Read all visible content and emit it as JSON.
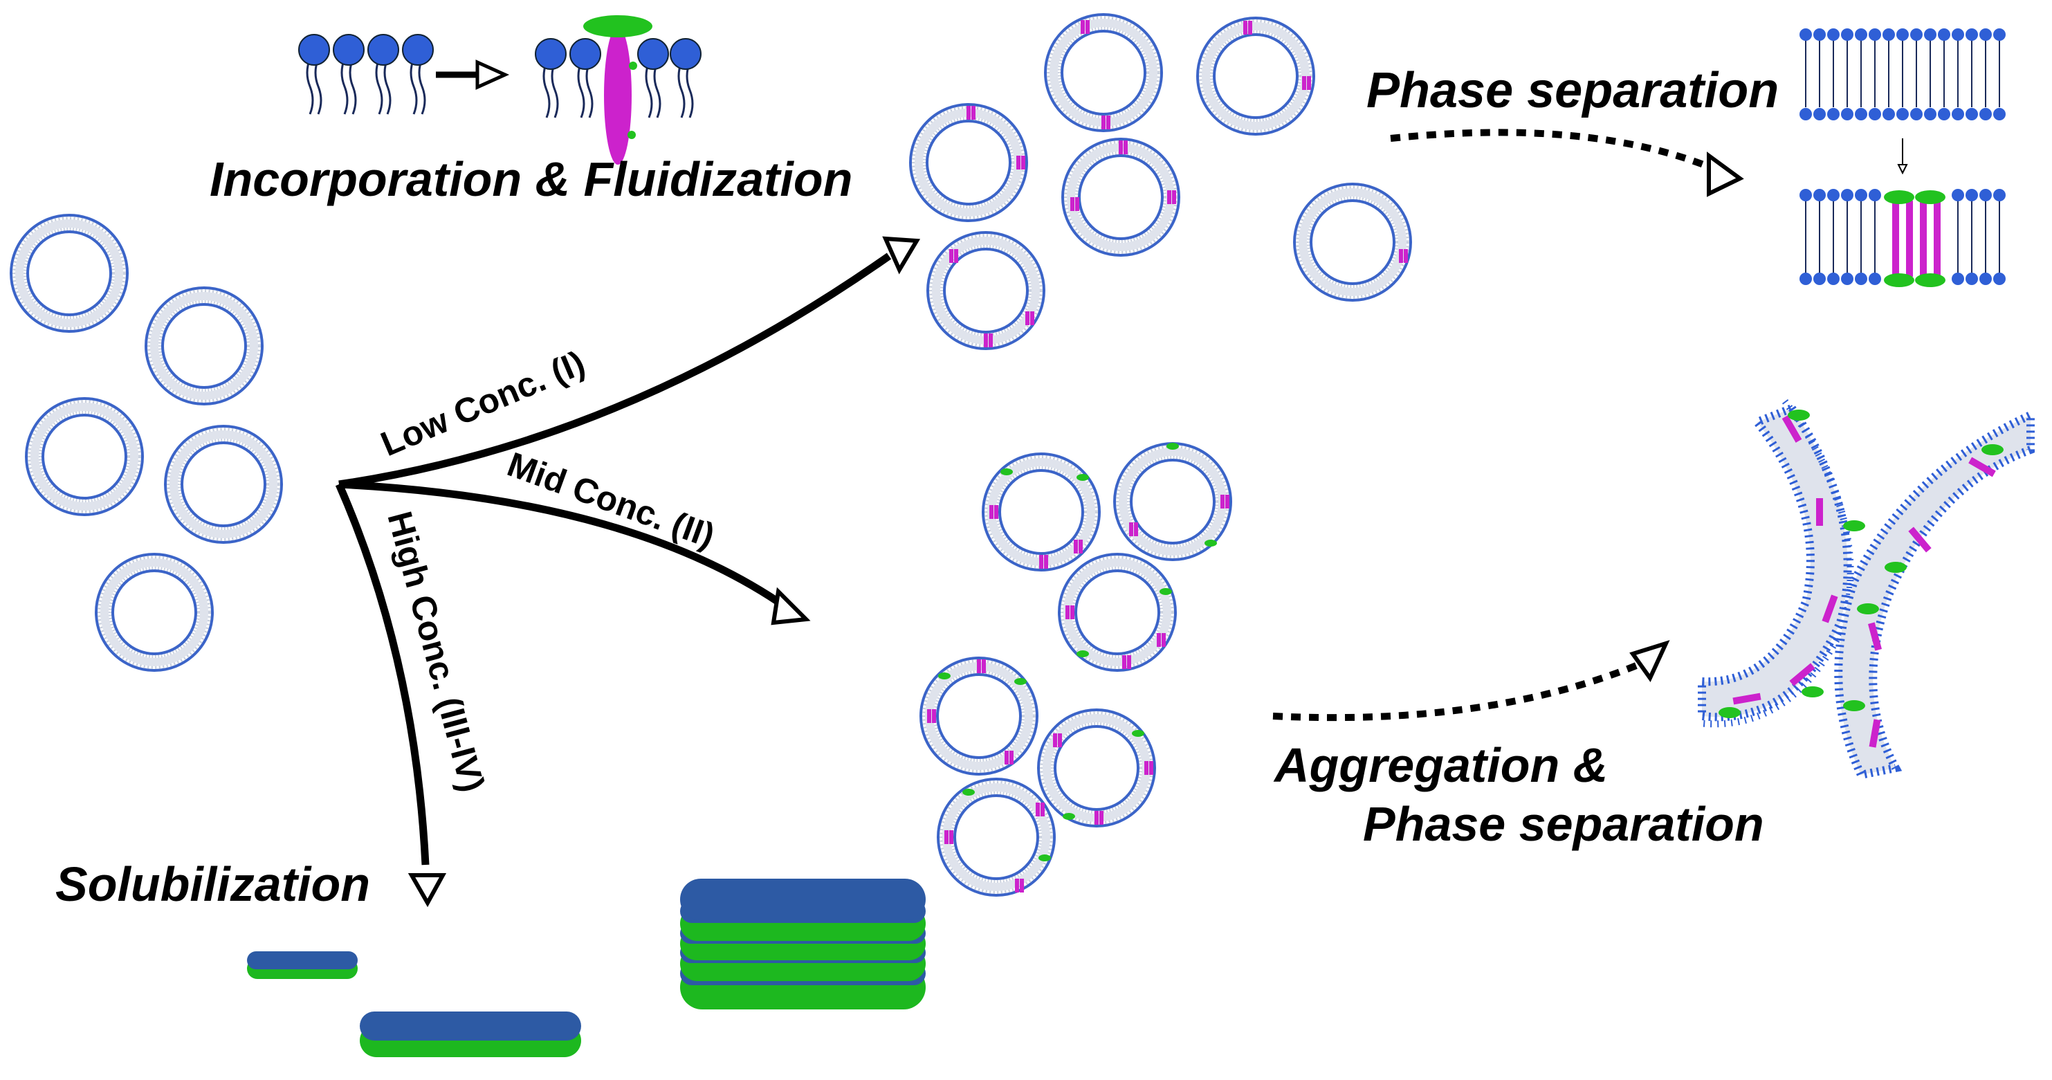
{
  "labels": {
    "incorporation": "Incorporation & Fluidization",
    "phase_top": "Phase separation",
    "low_conc": "Low Conc. (I)",
    "mid_conc": "Mid Conc.  (II)",
    "high_conc": "High Conc. (III-IV)",
    "solubilization": "Solubilization",
    "aggregation_line1": "Aggregation &",
    "aggregation_line2": "Phase separation"
  },
  "colors": {
    "lipid_head": "#2f5fd6",
    "bilayer_fill": "#d6dbe6",
    "peptide": "#cc22cc",
    "peptide_cap": "#22c21f",
    "disc_top": "#2d5aa4",
    "disc_side": "#1db81f",
    "arrow": "#000000"
  },
  "icons": {
    "vesicle": "lipid-vesicle-icon",
    "peptide": "peptide-icon",
    "bilayer": "lipid-bilayer-icon",
    "micelle_disc": "bicelle-disc-icon"
  }
}
